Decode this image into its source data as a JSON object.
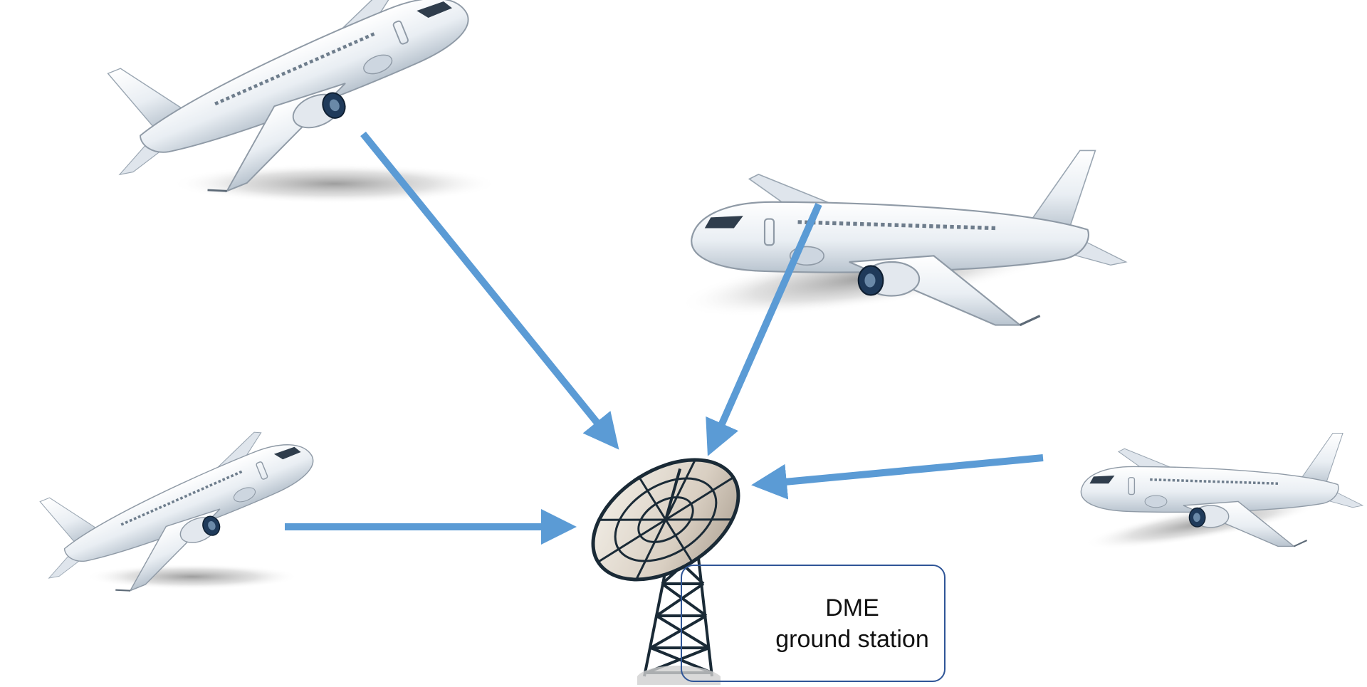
{
  "station_label": {
    "line1": "DME",
    "line2": "ground station"
  },
  "icons": {
    "aircraft": "airliner-icon",
    "antenna": "radar-dish-icon",
    "arrow": "signal-arrow"
  },
  "colors": {
    "arrow": "#5b9bd5",
    "label_border": "#2f5597",
    "aircraft_body": "#eef2f6",
    "engine": "#1f3a5a",
    "tower": "#1a2a36"
  }
}
